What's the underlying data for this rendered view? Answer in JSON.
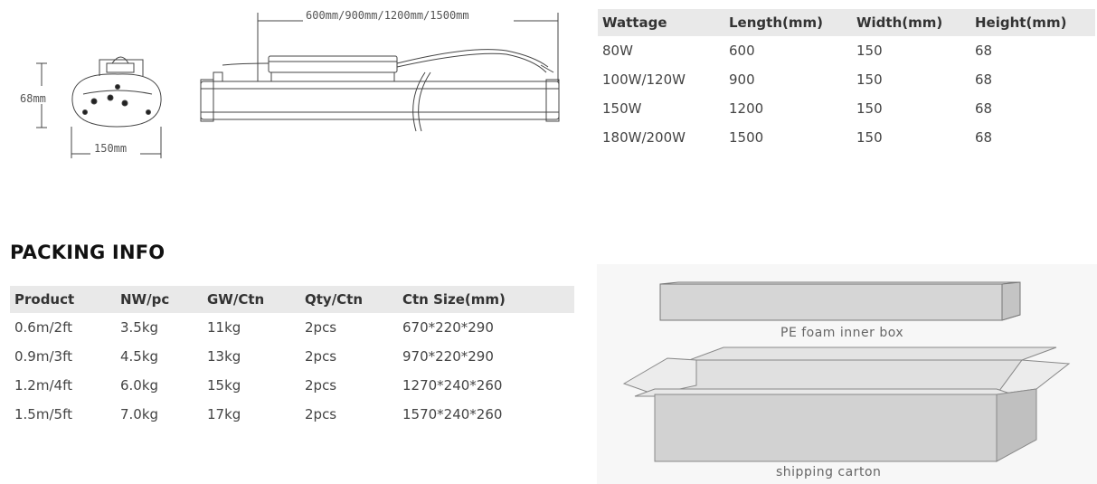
{
  "drawing": {
    "side_height_label": "68mm",
    "side_width_label": "150mm",
    "length_label": "600mm/900mm/1200mm/1500mm"
  },
  "dimension_table": {
    "headers": [
      "Wattage",
      "Length(mm)",
      "Width(mm)",
      "Height(mm)"
    ],
    "rows": [
      [
        "80W",
        "600",
        "150",
        "68"
      ],
      [
        "100W/120W",
        "900",
        "150",
        "68"
      ],
      [
        "150W",
        "1200",
        "150",
        "68"
      ],
      [
        "180W/200W",
        "1500",
        "150",
        "68"
      ]
    ]
  },
  "packing": {
    "title": "PACKING INFO",
    "headers": [
      "Product",
      "NW/pc",
      "GW/Ctn",
      "Qty/Ctn",
      "Ctn Size(mm)"
    ],
    "rows": [
      [
        "0.6m/2ft",
        "3.5kg",
        "11kg",
        "2pcs",
        "670*220*290"
      ],
      [
        "0.9m/3ft",
        "4.5kg",
        "13kg",
        "2pcs",
        "970*220*290"
      ],
      [
        "1.2m/4ft",
        "6.0kg",
        "15kg",
        "2pcs",
        "1270*240*260"
      ],
      [
        "1.5m/5ft",
        "7.0kg",
        "17kg",
        "2pcs",
        "1570*240*260"
      ]
    ],
    "inner_box_label": "PE foam inner box",
    "carton_label": "shipping  carton"
  }
}
